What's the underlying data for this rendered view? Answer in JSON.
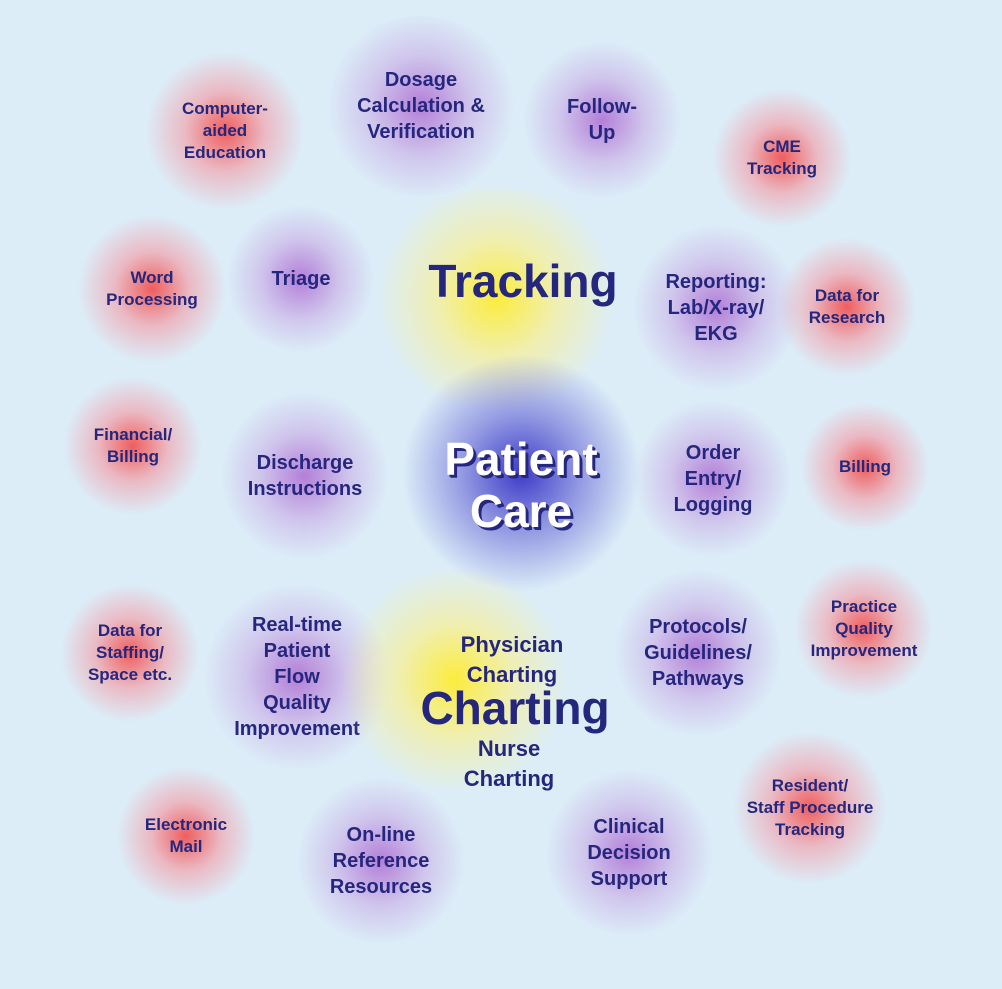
{
  "diagram": {
    "nodes": [
      {
        "id": "computer-aided-education",
        "label": "Computer-\naided\nEducation",
        "glow": "red"
      },
      {
        "id": "dosage-calculation",
        "label": "Dosage\nCalculation &\nVerification",
        "glow": "purple"
      },
      {
        "id": "follow-up",
        "label": "Follow-\nUp",
        "glow": "purple"
      },
      {
        "id": "cme-tracking",
        "label": "CME\nTracking",
        "glow": "red"
      },
      {
        "id": "word-processing",
        "label": "Word\nProcessing",
        "glow": "red"
      },
      {
        "id": "triage",
        "label": "Triage",
        "glow": "purple"
      },
      {
        "id": "tracking",
        "label": "Tracking",
        "glow": "yellow"
      },
      {
        "id": "reporting",
        "label": "Reporting:\nLab/X-ray/\nEKG",
        "glow": "purple"
      },
      {
        "id": "data-for-research",
        "label": "Data for\nResearch",
        "glow": "red"
      },
      {
        "id": "financial-billing",
        "label": "Financial/\nBilling",
        "glow": "red"
      },
      {
        "id": "discharge-instructions",
        "label": "Discharge\nInstructions",
        "glow": "purple"
      },
      {
        "id": "patient-care",
        "label": "Patient\nCare",
        "glow": "blue"
      },
      {
        "id": "order-entry",
        "label": "Order\nEntry/\nLogging",
        "glow": "purple"
      },
      {
        "id": "billing",
        "label": "Billing",
        "glow": "red"
      },
      {
        "id": "data-for-staffing",
        "label": "Data for\nStaffing/\nSpace etc.",
        "glow": "red"
      },
      {
        "id": "real-time-patient-flow",
        "label": "Real-time\nPatient\nFlow\nQuality\nImprovement",
        "glow": "purple"
      },
      {
        "id": "physician-charting",
        "label": "Physician\nCharting",
        "glow": "none"
      },
      {
        "id": "charting",
        "label": "Charting",
        "glow": "yellow"
      },
      {
        "id": "nurse-charting",
        "label": "Nurse\nCharting",
        "glow": "none"
      },
      {
        "id": "protocols",
        "label": "Protocols/\nGuidelines/\nPathways",
        "glow": "purple"
      },
      {
        "id": "practice-quality-improvement",
        "label": "Practice\nQuality\nImprovement",
        "glow": "red"
      },
      {
        "id": "electronic-mail",
        "label": "Electronic\nMail",
        "glow": "red"
      },
      {
        "id": "online-reference",
        "label": "On-line\nReference\nResources",
        "glow": "purple"
      },
      {
        "id": "clinical-decision-support",
        "label": "Clinical\nDecision\nSupport",
        "glow": "purple"
      },
      {
        "id": "resident-staff-procedure",
        "label": "Resident/\nStaff Procedure\nTracking",
        "glow": "red"
      }
    ]
  }
}
